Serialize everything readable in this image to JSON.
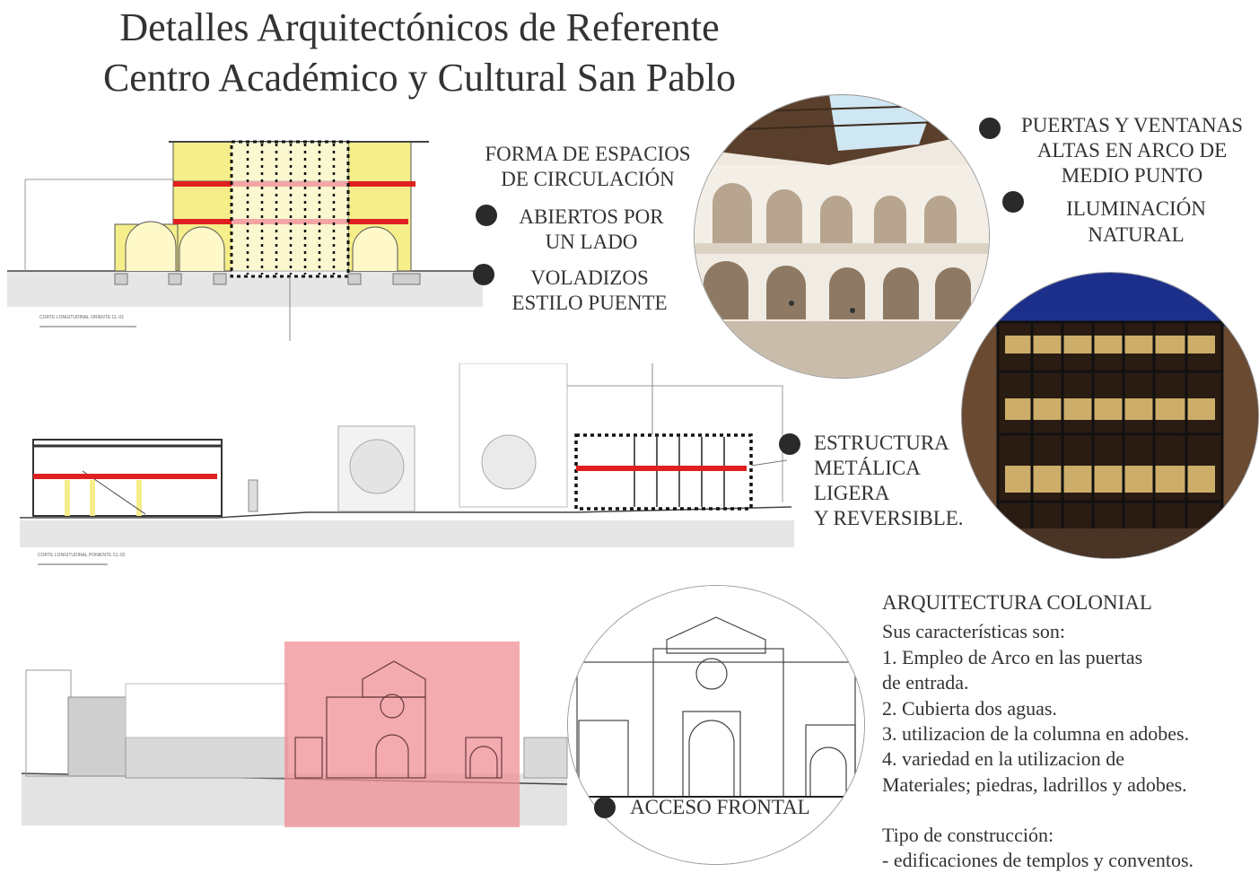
{
  "title": {
    "line1": "Detalles Arquitectónicos de Referente",
    "line2": "Centro Académico y Cultural San Pablo"
  },
  "labels": {
    "circulation_title_1": "FORMA DE ESPACIOS",
    "circulation_title_2": "DE CIRCULACIÓN",
    "open_one_side_1": "ABIERTOS POR",
    "open_one_side_2": "UN LADO",
    "cantilever_1": "VOLADIZOS",
    "cantilever_2": "ESTILO PUENTE",
    "arch_doors_1": "PUERTAS Y VENTANAS",
    "arch_doors_2": "ALTAS EN ARCO DE",
    "arch_doors_3": "MEDIO PUNTO",
    "natural_light_1": "ILUMINACIÓN",
    "natural_light_2": "NATURAL",
    "metal_structure_1": "ESTRUCTURA",
    "metal_structure_2": "METÁLICA",
    "metal_structure_3": "LIGERA",
    "metal_structure_4": "Y REVERSIBLE.",
    "front_access": "ACCESO FRONTAL"
  },
  "drawing_captions": {
    "section_1": "CORTE LONGITUDINAL ORIENTE CL-01",
    "section_2": "CORTE LONGITUDINAL PONIENTE CL-02"
  },
  "colonial": {
    "heading": "ARQUITECTURA COLONIAL",
    "intro": "Sus características son:",
    "items": [
      "1. Empleo de Arco en las puertas",
      "de entrada.",
      "2. Cubierta dos aguas.",
      "3. utilizacion de la columna en adobes.",
      "4. variedad en la utilizacion de",
      "Materiales; piedras, ladrillos y adobes."
    ],
    "construction_label": "Tipo de construcción:",
    "construction_value": "- edificaciones de templos y conventos."
  },
  "colors": {
    "highlight_red": "#e02020",
    "highlight_yellow": "#f5ee8a",
    "facade_pink": "#ef8f96",
    "night_blue": "#1c2f8a",
    "bullet": "#2a2a2a"
  }
}
